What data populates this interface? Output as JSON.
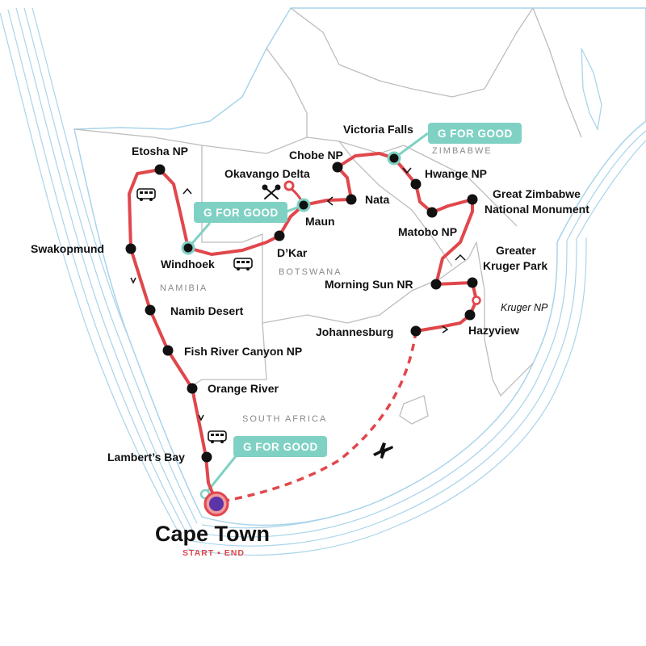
{
  "colors": {
    "route": "#e0474c",
    "teal": "#7fd1c4",
    "stop": "#111111",
    "coast": "#a9d4ea",
    "border": "#bdbdbd",
    "start": "#5b34a8"
  },
  "start": {
    "name": "Cape Town",
    "subtitle": "START • END"
  },
  "countries": [
    {
      "id": "namibia",
      "label": "NAMIBIA"
    },
    {
      "id": "botswana",
      "label": "BOTSWANA"
    },
    {
      "id": "zimbabwe",
      "label": "ZIMBABWE"
    },
    {
      "id": "south-africa",
      "label": "SOUTH AFRICA"
    }
  ],
  "stops": [
    {
      "id": "etosha",
      "name": "Etosha NP"
    },
    {
      "id": "swakopmund",
      "name": "Swakopmund"
    },
    {
      "id": "windhoek",
      "name": "Windhoek"
    },
    {
      "id": "namib",
      "name": "Namib Desert"
    },
    {
      "id": "fish-river",
      "name": "Fish River Canyon NP"
    },
    {
      "id": "orange-river",
      "name": "Orange River"
    },
    {
      "id": "lamberts-bay",
      "name": "Lambert’s Bay"
    },
    {
      "id": "dkar",
      "name": "D’Kar"
    },
    {
      "id": "maun",
      "name": "Maun"
    },
    {
      "id": "okavango",
      "name": "Okavango Delta"
    },
    {
      "id": "nata",
      "name": "Nata"
    },
    {
      "id": "chobe",
      "name": "Chobe NP"
    },
    {
      "id": "victoria-falls",
      "name": "Victoria Falls"
    },
    {
      "id": "hwange",
      "name": "Hwange NP"
    },
    {
      "id": "matobo",
      "name": "Matobo NP"
    },
    {
      "id": "great-zimbabwe",
      "name": "Great Zimbabwe",
      "name2": "National Monument"
    },
    {
      "id": "greater-kruger",
      "name": "Greater",
      "name2": "Kruger Park"
    },
    {
      "id": "morning-sun",
      "name": "Morning Sun NR"
    },
    {
      "id": "kruger-np",
      "name": "Kruger NP"
    },
    {
      "id": "hazyview",
      "name": "Hazyview"
    },
    {
      "id": "johannesburg",
      "name": "Johannesburg"
    }
  ],
  "g_for_good": [
    {
      "id": "gfg-victoria",
      "label": "G FOR GOOD"
    },
    {
      "id": "gfg-maun",
      "label": "G FOR GOOD"
    },
    {
      "id": "gfg-cape",
      "label": "G FOR GOOD"
    }
  ],
  "icons": [
    "bus-icon",
    "airplane-icon",
    "canoe-paddles-icon"
  ]
}
